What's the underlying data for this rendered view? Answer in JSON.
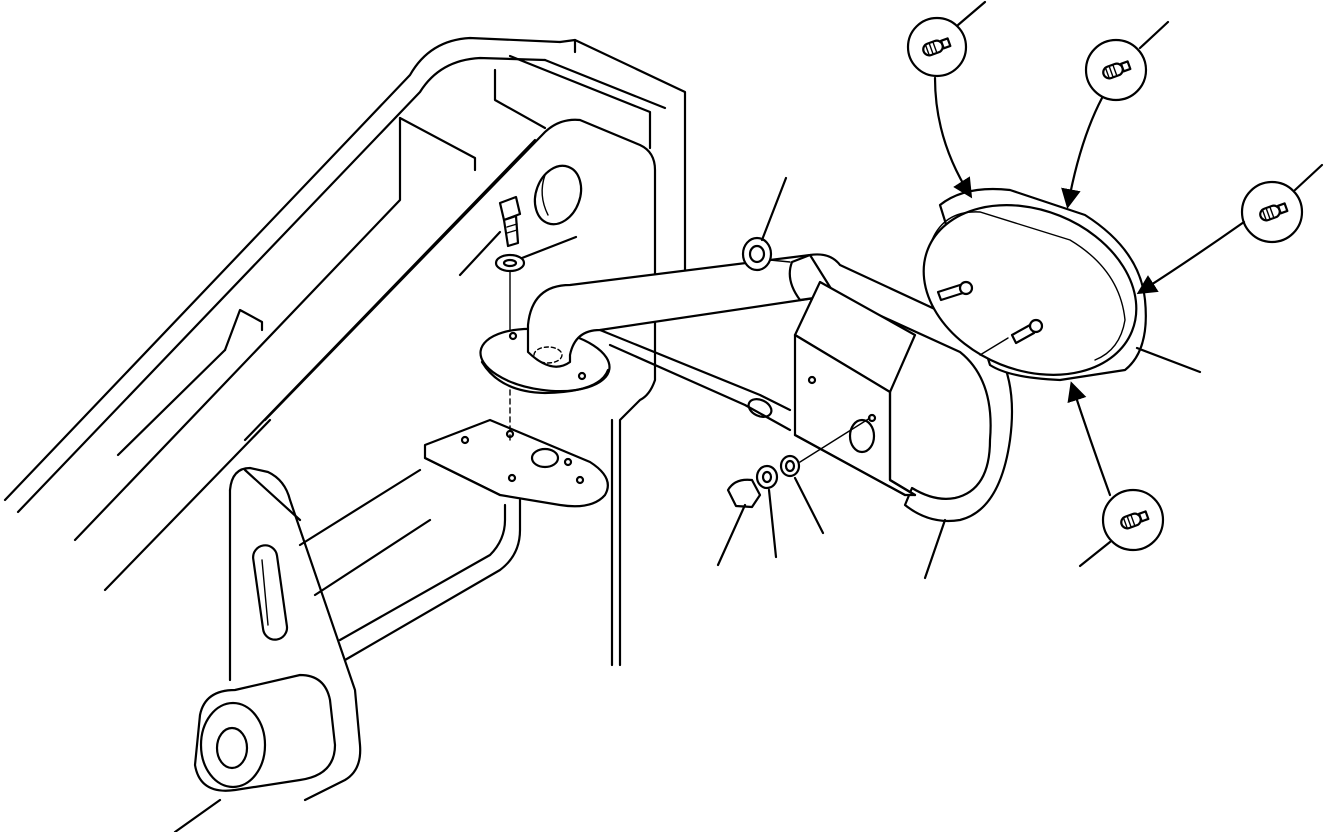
{
  "diagram": {
    "parts": [
      {
        "name": "frame-arm",
        "kind": "structure"
      },
      {
        "name": "mounting-plate",
        "kind": "bracket"
      },
      {
        "name": "tube-bracket",
        "kind": "bracket"
      },
      {
        "name": "lamp-housing",
        "kind": "lamp"
      },
      {
        "name": "bulb",
        "kind": "bulb",
        "count": 4
      },
      {
        "name": "bolt",
        "kind": "fastener"
      },
      {
        "name": "washer",
        "kind": "fastener"
      },
      {
        "name": "nut",
        "kind": "fastener"
      },
      {
        "name": "grommet",
        "kind": "fastener"
      }
    ],
    "leader_lines": 14,
    "callout_bubbles": 4,
    "colors": {
      "line": "#000000",
      "background": "#ffffff"
    }
  }
}
